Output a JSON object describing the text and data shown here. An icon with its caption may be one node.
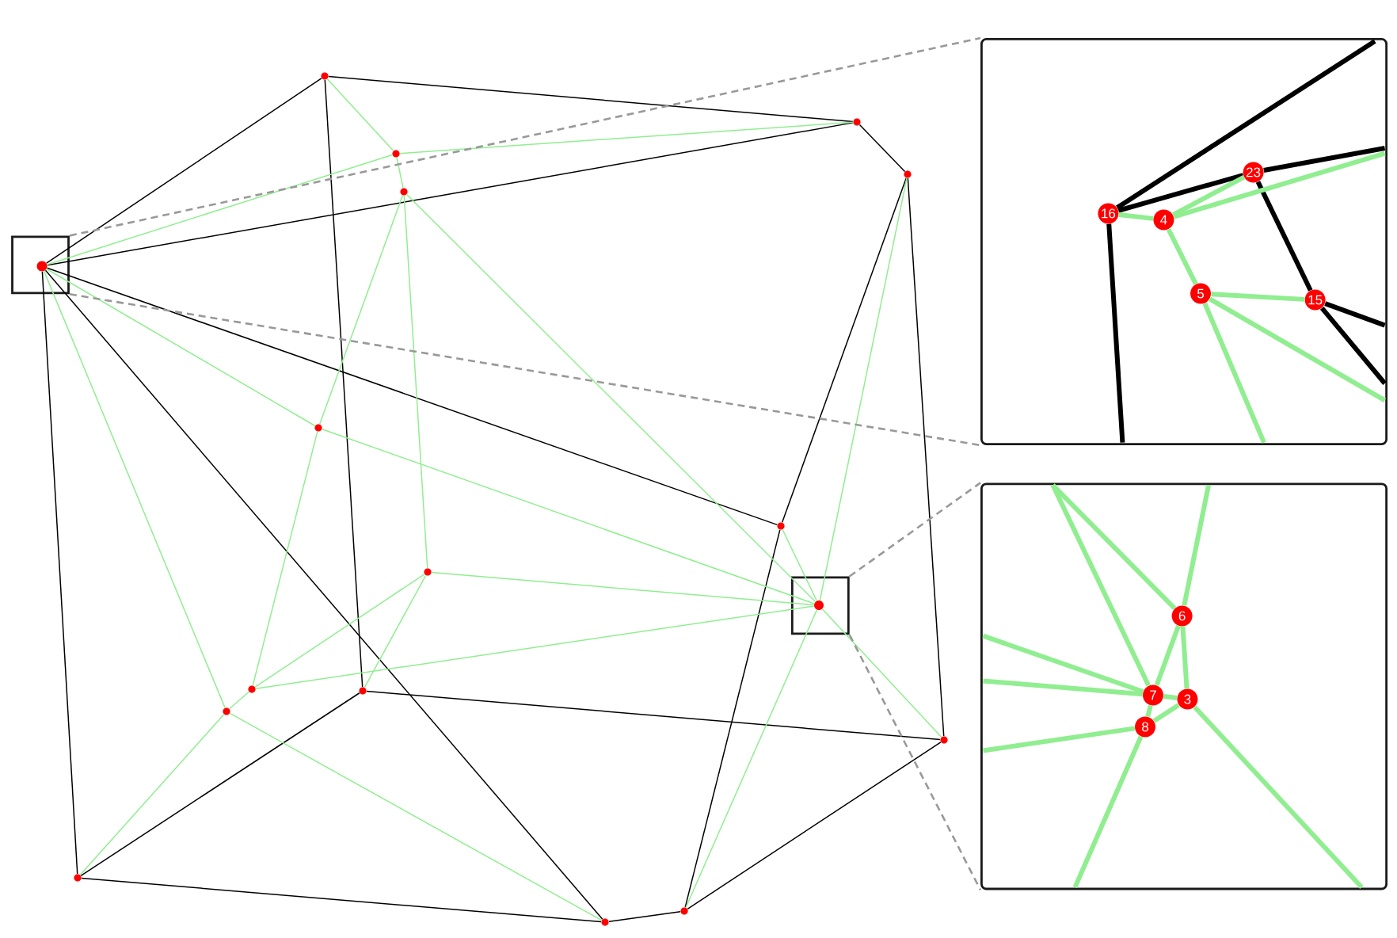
{
  "diagram": {
    "nodes": [
      {
        "text": [],
        "shape": "circle"
      },
      {
        "text": [],
        "shape": "circle"
      },
      {
        "text": [],
        "shape": "circle"
      },
      {
        "text": [],
        "shape": "circle"
      },
      {
        "text": [],
        "shape": "circle"
      },
      {
        "text": [],
        "shape": "box"
      },
      {
        "text": [],
        "shape": "circle",
        "in": 5
      },
      {
        "text": [],
        "shape": "circle"
      },
      {
        "text": [],
        "shape": "circle"
      },
      {
        "text": [],
        "shape": "circle"
      },
      {
        "text": [],
        "shape": "box"
      },
      {
        "text": [],
        "shape": "circle",
        "in": 10
      },
      {
        "text": [],
        "shape": "circle"
      },
      {
        "text": [],
        "shape": "circle"
      },
      {
        "text": [],
        "shape": "circle"
      },
      {
        "text": [],
        "shape": "circle"
      },
      {
        "text": [],
        "shape": "circle"
      },
      {
        "text": [],
        "shape": "circle"
      },
      {
        "text": [],
        "shape": "circle"
      },
      {
        "text": [],
        "shape": "box"
      },
      {
        "text": [
          "23"
        ],
        "in": 19
      },
      {
        "text": [
          "16"
        ],
        "in": 19
      },
      {
        "text": [
          "4"
        ],
        "in": 19
      },
      {
        "text": [
          "5"
        ],
        "in": 19
      },
      {
        "text": [
          "15"
        ],
        "in": 19
      },
      {
        "text": [],
        "shape": "box"
      },
      {
        "text": [
          "6"
        ],
        "in": 25
      },
      {
        "text": [
          "7"
        ],
        "in": 25
      },
      {
        "text": [
          "3"
        ],
        "in": 25
      },
      {
        "text": [
          "8"
        ],
        "in": 25
      }
    ],
    "edges": [
      {
        "from": 6,
        "to": 0,
        "arrow": "none",
        "color": "#000000"
      },
      {
        "from": 0,
        "to": 1,
        "arrow": "none",
        "color": "#000000"
      },
      {
        "from": 1,
        "to": 3,
        "arrow": "none",
        "color": "#000000"
      },
      {
        "from": 6,
        "to": 1,
        "arrow": "none",
        "color": "#000000"
      },
      {
        "from": 6,
        "to": 8,
        "arrow": "none",
        "color": "#000000"
      },
      {
        "from": 6,
        "to": 18,
        "arrow": "none",
        "color": "#000000"
      },
      {
        "from": 6,
        "to": 16,
        "arrow": "none",
        "color": "#000000"
      },
      {
        "from": 0,
        "to": 13,
        "arrow": "none",
        "color": "#000000"
      },
      {
        "from": 3,
        "to": 8,
        "arrow": "none",
        "color": "#000000"
      },
      {
        "from": 8,
        "to": 17,
        "arrow": "none",
        "color": "#000000"
      },
      {
        "from": 3,
        "to": 15,
        "arrow": "none",
        "color": "#000000"
      },
      {
        "from": 13,
        "to": 15,
        "arrow": "none",
        "color": "#000000"
      },
      {
        "from": 13,
        "to": 16,
        "arrow": "none",
        "color": "#000000"
      },
      {
        "from": 16,
        "to": 18,
        "arrow": "none",
        "color": "#000000"
      },
      {
        "from": 18,
        "to": 17,
        "arrow": "none",
        "color": "#000000"
      },
      {
        "from": 17,
        "to": 15,
        "arrow": "none",
        "color": "#000000"
      },
      {
        "from": 0,
        "to": 2,
        "arrow": "none"
      },
      {
        "from": 1,
        "to": 2,
        "arrow": "none"
      },
      {
        "from": 6,
        "to": 2,
        "arrow": "none"
      },
      {
        "from": 2,
        "to": 4,
        "arrow": "none"
      },
      {
        "from": 4,
        "to": 7,
        "arrow": "none"
      },
      {
        "from": 4,
        "to": 9,
        "arrow": "none"
      },
      {
        "from": 4,
        "to": 11,
        "arrow": "none"
      },
      {
        "from": 3,
        "to": 11,
        "arrow": "none"
      },
      {
        "from": 6,
        "to": 7,
        "arrow": "none"
      },
      {
        "from": 6,
        "to": 14,
        "arrow": "none"
      },
      {
        "from": 7,
        "to": 12,
        "arrow": "none"
      },
      {
        "from": 7,
        "to": 11,
        "arrow": "none"
      },
      {
        "from": 8,
        "to": 11,
        "arrow": "none"
      },
      {
        "from": 9,
        "to": 11,
        "arrow": "none"
      },
      {
        "from": 9,
        "to": 13,
        "arrow": "none"
      },
      {
        "from": 12,
        "to": 9,
        "arrow": "none"
      },
      {
        "from": 12,
        "to": 11,
        "arrow": "none"
      },
      {
        "from": 12,
        "to": 14,
        "arrow": "none"
      },
      {
        "from": 14,
        "to": 16,
        "arrow": "none"
      },
      {
        "from": 14,
        "to": 18,
        "arrow": "none"
      },
      {
        "from": 11,
        "to": 15,
        "arrow": "none"
      },
      {
        "from": 11,
        "to": 17,
        "arrow": "none"
      },
      {
        "from": 21,
        "to": 20,
        "arrow": "none",
        "style": "thick",
        "color": "#000000"
      },
      {
        "from": 20,
        "to": 24,
        "arrow": "none",
        "style": "thick",
        "color": "#000000"
      },
      {
        "from": 21,
        "to": null,
        "arrow": "none",
        "style": "thick",
        "color": "#000000"
      },
      {
        "from": 21,
        "to": null,
        "arrow": "none",
        "style": "thick",
        "color": "#000000"
      },
      {
        "from": 20,
        "to": null,
        "arrow": "none",
        "style": "thick",
        "color": "#000000"
      },
      {
        "from": 24,
        "to": null,
        "arrow": "none",
        "style": "thick",
        "color": "#000000"
      },
      {
        "from": 24,
        "to": null,
        "arrow": "none",
        "style": "thick",
        "color": "#000000"
      },
      {
        "from": 21,
        "to": 22,
        "arrow": "none",
        "style": "thick"
      },
      {
        "from": 22,
        "to": 20,
        "arrow": "none",
        "style": "thick"
      },
      {
        "from": 22,
        "to": 23,
        "arrow": "none",
        "style": "thick"
      },
      {
        "from": 23,
        "to": 24,
        "arrow": "none",
        "style": "thick"
      },
      {
        "from": 22,
        "to": null,
        "arrow": "none",
        "style": "thick"
      },
      {
        "from": 23,
        "to": null,
        "arrow": "none",
        "style": "thick"
      },
      {
        "from": 23,
        "to": null,
        "arrow": "none",
        "style": "thick"
      },
      {
        "from": 26,
        "to": 27,
        "arrow": "none",
        "style": "thick"
      },
      {
        "from": 26,
        "to": 28,
        "arrow": "none",
        "style": "thick"
      },
      {
        "from": 27,
        "to": 28,
        "arrow": "none",
        "style": "thick"
      },
      {
        "from": 27,
        "to": 29,
        "arrow": "none",
        "style": "thick"
      },
      {
        "from": 29,
        "to": 28,
        "arrow": "none",
        "style": "thick"
      },
      {
        "from": 26,
        "to": null,
        "arrow": "none",
        "style": "thick"
      },
      {
        "from": 26,
        "to": null,
        "arrow": "none",
        "style": "thick"
      },
      {
        "from": 27,
        "to": null,
        "arrow": "none",
        "style": "thick"
      },
      {
        "from": 27,
        "to": null,
        "arrow": "none",
        "style": "thick"
      },
      {
        "from": 27,
        "to": null,
        "arrow": "none",
        "style": "thick"
      },
      {
        "from": 29,
        "to": null,
        "arrow": "none",
        "style": "thick"
      },
      {
        "from": 29,
        "to": null,
        "arrow": "none",
        "style": "thick"
      },
      {
        "from": 28,
        "to": null,
        "arrow": "none",
        "style": "thick"
      },
      {
        "from": 5,
        "to": 19,
        "arrow": "none",
        "style": "dashed",
        "color": "#999999"
      },
      {
        "from": 5,
        "to": 19,
        "arrow": "none",
        "style": "dashed",
        "color": "#999999"
      },
      {
        "from": 10,
        "to": 25,
        "arrow": "none",
        "style": "dashed",
        "color": "#999999"
      },
      {
        "from": 10,
        "to": 25,
        "arrow": "none",
        "style": "dashed",
        "color": "#999999"
      }
    ]
  }
}
